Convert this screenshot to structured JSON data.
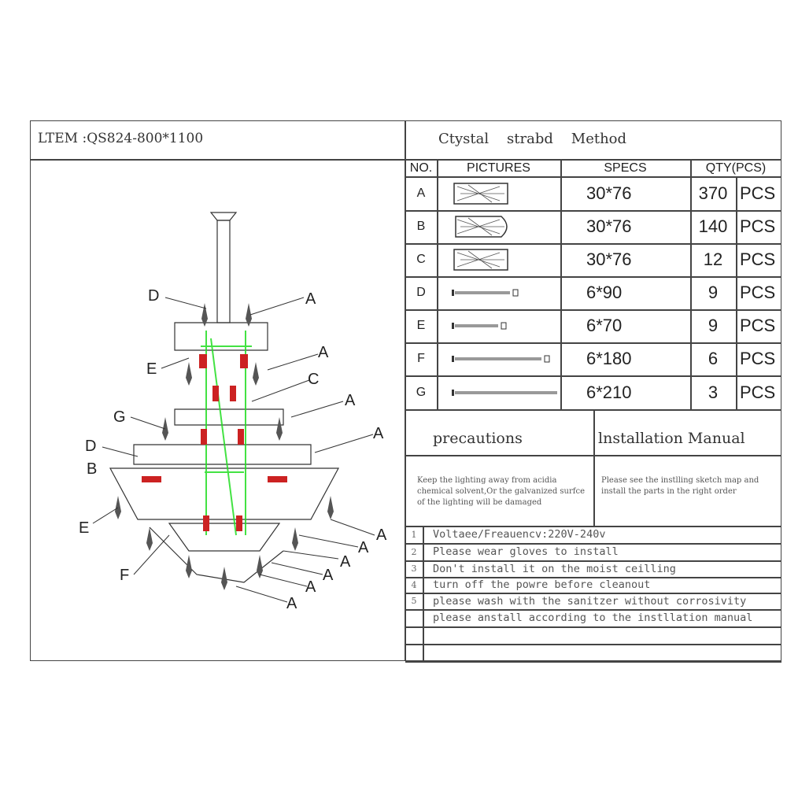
{
  "header": {
    "item": "LTEM :QS824-800*1100",
    "method_title": "Ctystal    strabd    Method"
  },
  "table": {
    "headers": {
      "no": "NO.",
      "pictures": "PICTURES",
      "specs": "SPECS",
      "qty": "QTY(PCS)"
    },
    "rows": [
      {
        "no": "A",
        "spec": "30*76",
        "qty": "370",
        "unit": "PCS",
        "pic": "crystal"
      },
      {
        "no": "B",
        "spec": "30*76",
        "qty": "140",
        "unit": "PCS",
        "pic": "crystal-round"
      },
      {
        "no": "C",
        "spec": "30*76",
        "qty": "12",
        "unit": "PCS",
        "pic": "crystal"
      },
      {
        "no": "D",
        "spec": "6*90",
        "qty": "9",
        "unit": "PCS",
        "pic": "rod"
      },
      {
        "no": "E",
        "spec": "6*70",
        "qty": "9",
        "unit": "PCS",
        "pic": "rod"
      },
      {
        "no": "F",
        "spec": "6*180",
        "qty": "6",
        "unit": "PCS",
        "pic": "rod"
      },
      {
        "no": "G",
        "spec": "6*210",
        "qty": "3",
        "unit": "PCS",
        "pic": "rod"
      }
    ]
  },
  "precautions": {
    "title": "precautions",
    "text": "Keep the lighting away from acidia chemical solvent,Or the galvanized surfce of the lighting will be damaged"
  },
  "manual": {
    "title": "lnstallation Manual",
    "text": "Please see the instlling sketch map and install the parts in the right order"
  },
  "notes": [
    {
      "n": "1",
      "text": "Voltaee/Freauencv:220V-240v"
    },
    {
      "n": "2",
      "text": "Please wear gloves to install"
    },
    {
      "n": "3",
      "text": "Don't install it on the moist ceilling"
    },
    {
      "n": "4",
      "text": "turn off the powre before cleanout"
    },
    {
      "n": "5",
      "text": "please wash with the sanitzer without corrosivity"
    },
    {
      "n": "",
      "text": "please anstall according to the instllation manual"
    },
    {
      "n": "",
      "text": ""
    },
    {
      "n": "",
      "text": ""
    }
  ],
  "diagram_labels": [
    "D",
    "A",
    "E",
    "A",
    "C",
    "G",
    "A",
    "D",
    "A",
    "B",
    "E",
    "A",
    "F",
    "A",
    "A",
    "A",
    "A"
  ]
}
